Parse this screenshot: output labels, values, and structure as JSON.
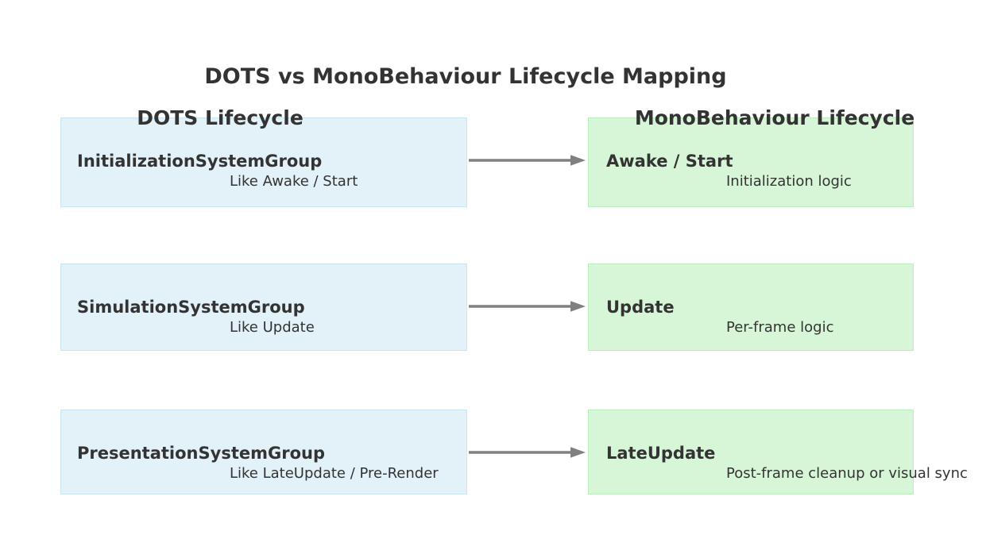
{
  "title": "DOTS vs MonoBehaviour Lifecycle Mapping",
  "columns": {
    "dots": {
      "header": "DOTS Lifecycle"
    },
    "mono": {
      "header": "MonoBehaviour Lifecycle"
    }
  },
  "rows": [
    {
      "dots": {
        "label": "InitializationSystemGroup",
        "note": "Like Awake / Start"
      },
      "mono": {
        "label": "Awake / Start",
        "note": "Initialization logic"
      }
    },
    {
      "dots": {
        "label": "SimulationSystemGroup",
        "note": "Like Update"
      },
      "mono": {
        "label": "Update",
        "note": "Per-frame logic"
      }
    },
    {
      "dots": {
        "label": "PresentationSystemGroup",
        "note": "Like LateUpdate / Pre-Render"
      },
      "mono": {
        "label": "LateUpdate",
        "note": "Post-frame cleanup or visual sync"
      }
    }
  ],
  "colors": {
    "text": "#333333",
    "dots-box-bg": "#e3f1f8",
    "dots-box-border": "#c9e6f2",
    "mono-box-bg": "#d7f6d8",
    "mono-box-border": "#b9efbc",
    "arrow": "#808080"
  }
}
